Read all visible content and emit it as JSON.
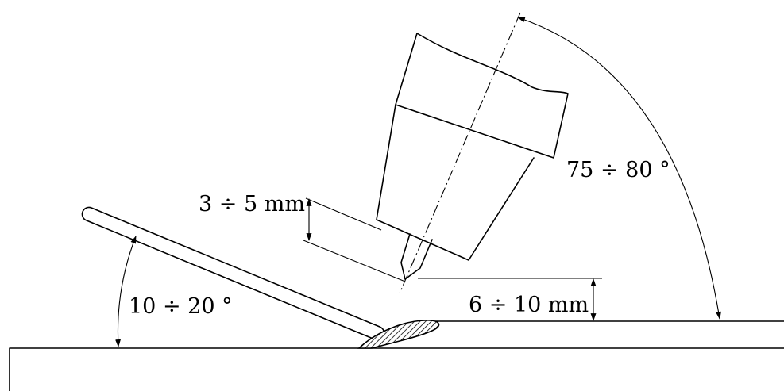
{
  "labels": {
    "torch_angle": "75 ÷ 80 °",
    "nozzle_stickout": "3 ÷ 5 mm",
    "rod_angle": "10 ÷ 20 °",
    "arc_height": "6 ÷ 10 mm"
  },
  "colors": {
    "ink": "#000000",
    "background": "#ffffff"
  }
}
